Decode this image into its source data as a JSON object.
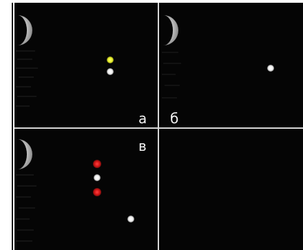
{
  "panels": {
    "a": {
      "label": "а"
    },
    "b": {
      "label": "б"
    },
    "v": {
      "label": "в"
    }
  },
  "colors": {
    "background": "#050505",
    "divider": "#d9d9d9",
    "star_white": "#ffffff",
    "star_yellow": "#e8f02a",
    "star_red": "#d01515"
  }
}
